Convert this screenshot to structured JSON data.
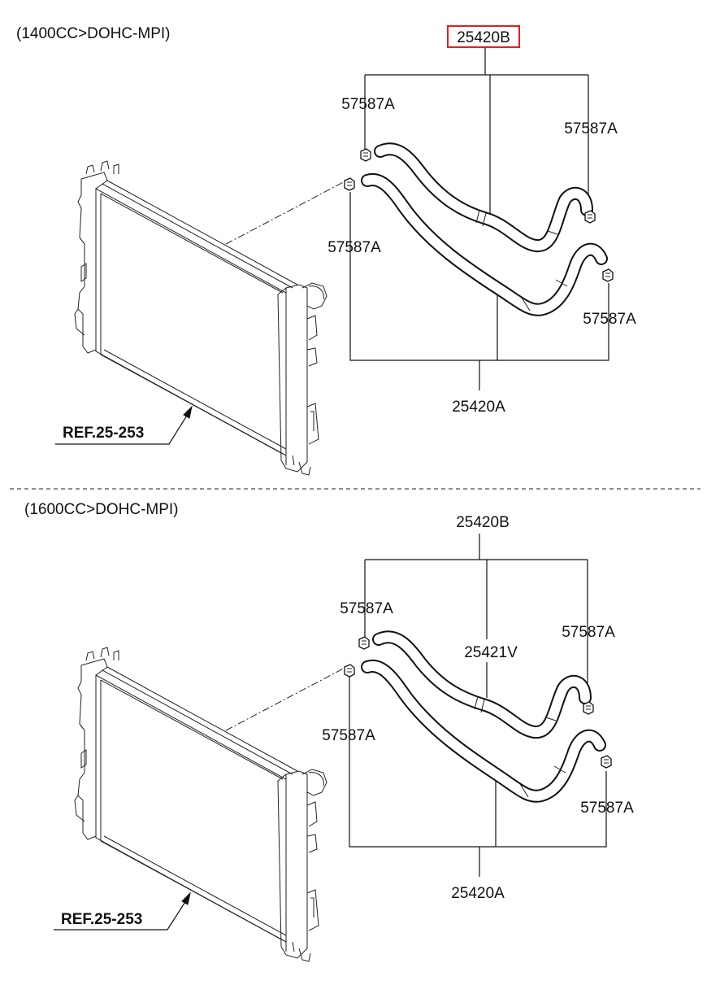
{
  "sections": [
    {
      "heading": "(1400CC>DOHC-MPI)",
      "labels": {
        "hose_upper": "25420B",
        "hose_upper_highlight_color": "#e02020",
        "clamp_top_left": "57587A",
        "clamp_top_right": "57587A",
        "clamp_left_lower": "57587A",
        "clamp_right_lower": "57587A",
        "hose_lower": "25420A",
        "ref": "REF.25-253"
      }
    },
    {
      "heading": "(1600CC>DOHC-MPI)",
      "labels": {
        "hose_upper": "25420B",
        "clamp_top_left": "57587A",
        "clamp_top_right": "57587A",
        "hose_middle": "25421V",
        "clamp_left_lower": "57587A",
        "clamp_right_lower": "57587A",
        "hose_lower": "25420A",
        "ref": "REF.25-253"
      }
    }
  ]
}
